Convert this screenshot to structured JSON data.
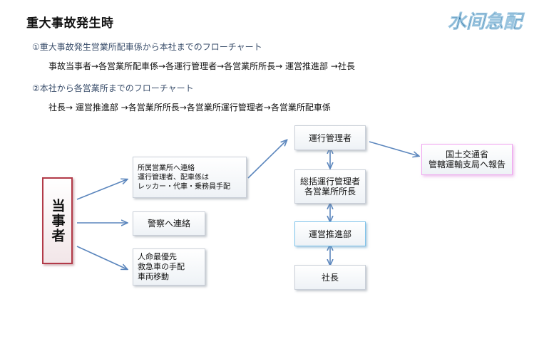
{
  "title": "重大事故発生時",
  "logo_text": "水间急配",
  "section1": {
    "heading": "①重大事故発生営業所配車係から本社までのフローチャート",
    "flow": "事故当事者→各営業所配車係→各運行管理者→各営業所所長→ 運営推進部 →社長"
  },
  "section2": {
    "heading": "②本社から各営業所までのフローチャート",
    "flow": "社長→ 運営推進部 →各営業所所長→各営業所運行管理者→各営業所配車係"
  },
  "diagram": {
    "party": "当事者",
    "action_contact": "所属営業所へ連絡\n運行管理者、配車係は\nレッカー・代車・乗務員手配",
    "action_police": "警察へ連絡",
    "action_rescue": "人命最優先\n救急車の手配\n車両移動",
    "manager": "運行管理者",
    "general_manager": "総括運行管理者\n各営業所所長",
    "promotion_dept": "運営推進部",
    "president": "社長",
    "report": "国土交通省\n管轄運輸支局へ報告"
  },
  "colors": {
    "arrow": "#5b86bd",
    "party_border": "#b23a48",
    "highlight_border": "#7fc3ea",
    "report_border": "#f0a6f0",
    "logo": "#2b6f9e"
  }
}
